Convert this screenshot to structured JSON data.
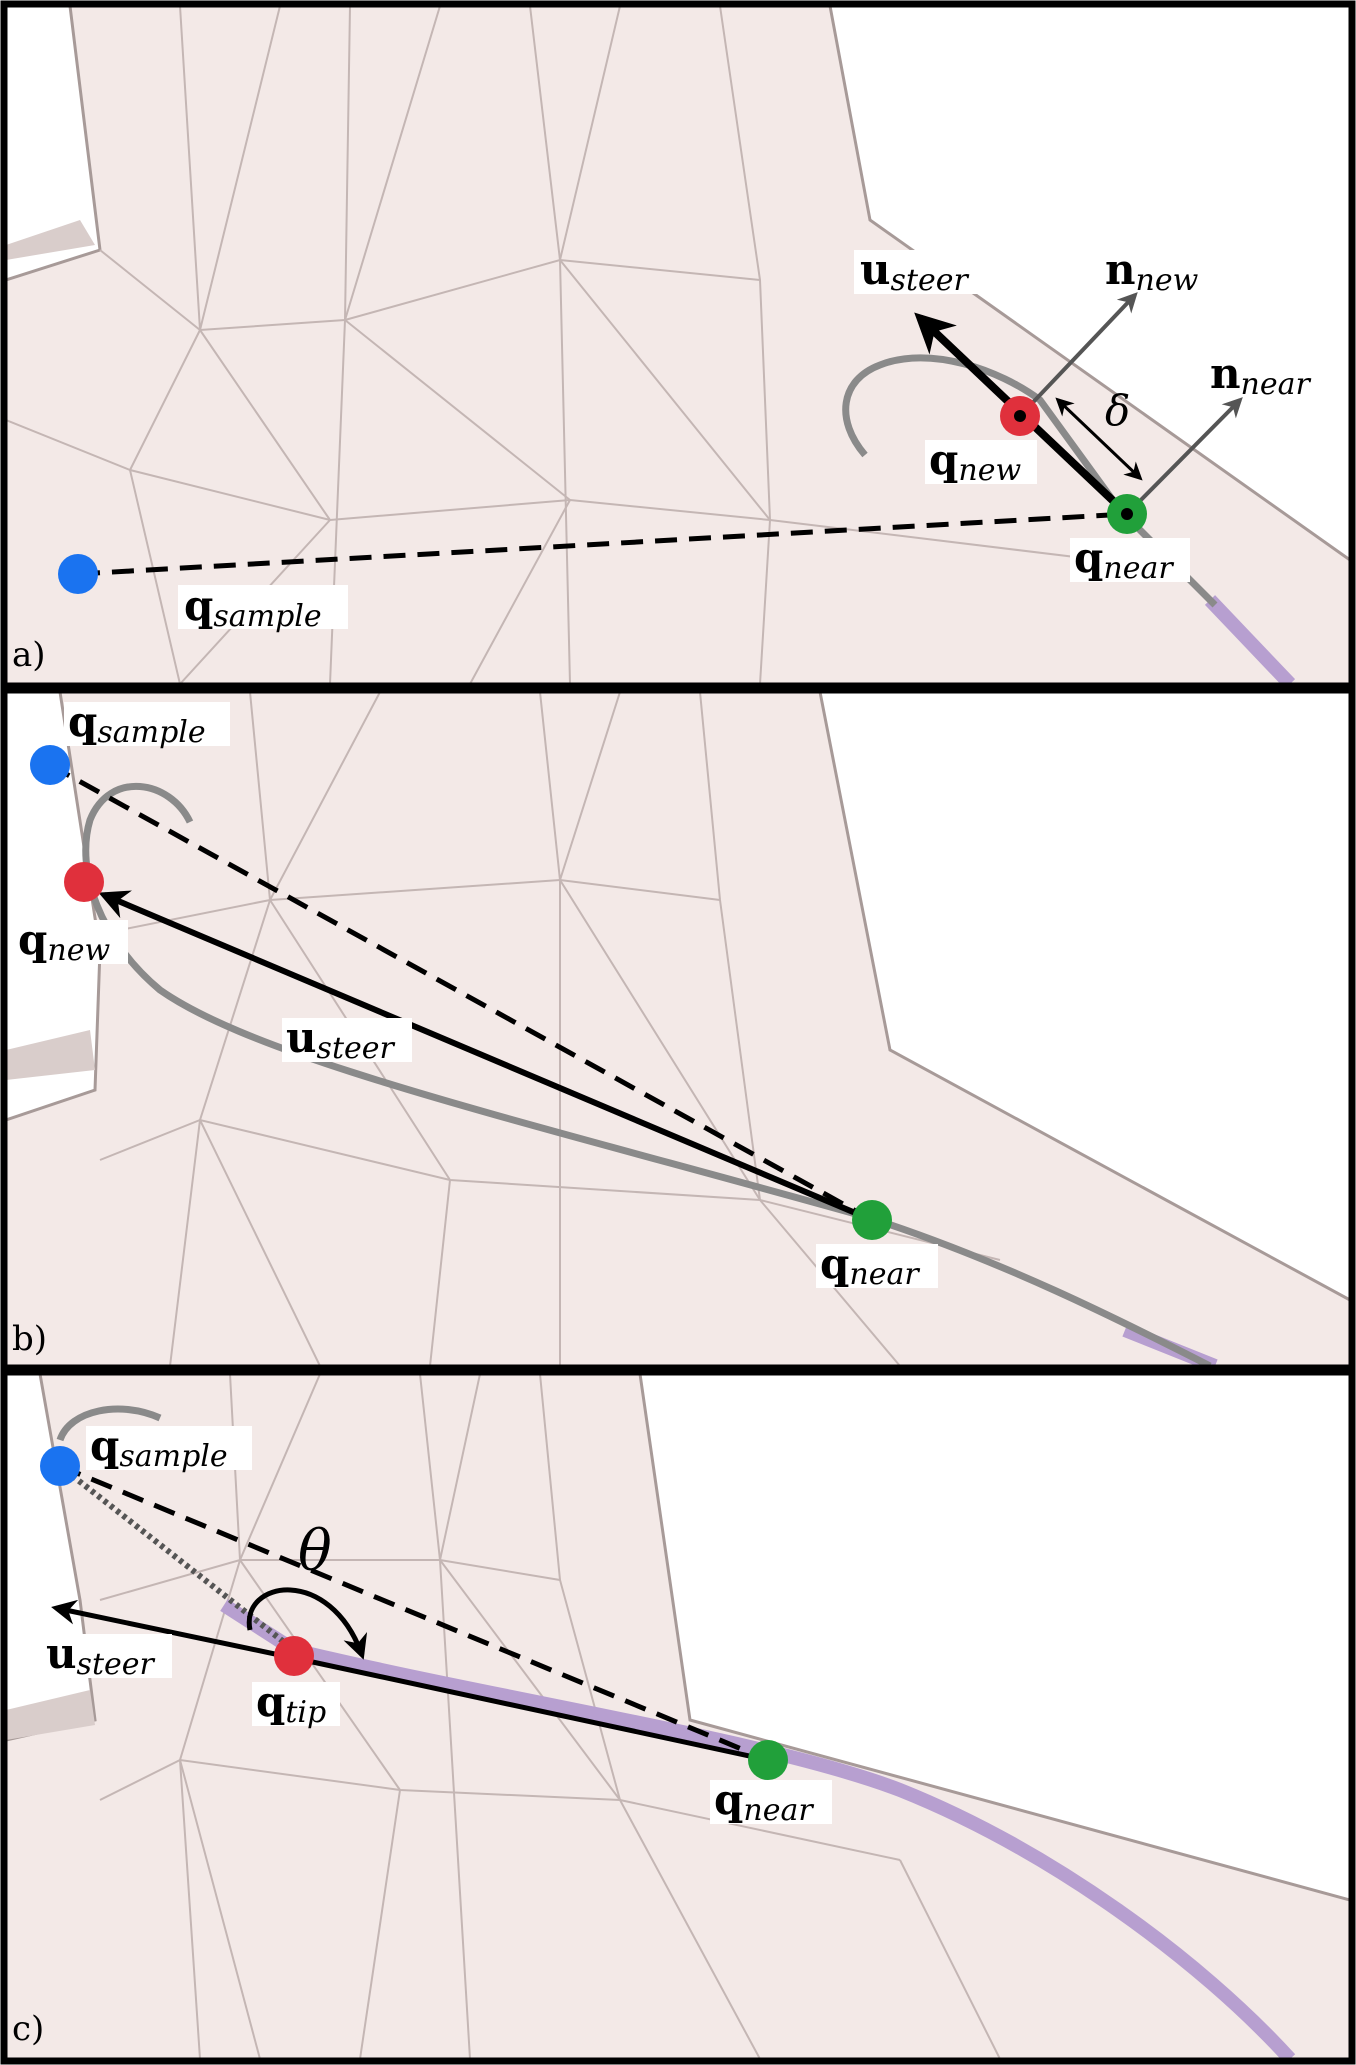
{
  "figure": {
    "panels": [
      {
        "id": "a",
        "letter": "a)",
        "labels": {
          "q_sample": {
            "main": "q",
            "sub": "sample"
          },
          "q_near": {
            "main": "q",
            "sub": "near"
          },
          "q_new": {
            "main": "q",
            "sub": "new"
          },
          "u_steer": {
            "main": "u",
            "sub": "steer"
          },
          "n_new": {
            "main": "n",
            "sub": "new"
          },
          "n_near": {
            "main": "n",
            "sub": "near"
          },
          "delta": "δ"
        }
      },
      {
        "id": "b",
        "letter": "b)",
        "labels": {
          "q_sample": {
            "main": "q",
            "sub": "sample"
          },
          "q_new": {
            "main": "q",
            "sub": "new"
          },
          "u_steer": {
            "main": "u",
            "sub": "steer"
          },
          "q_near": {
            "main": "q",
            "sub": "near"
          }
        }
      },
      {
        "id": "c",
        "letter": "c)",
        "labels": {
          "q_sample": {
            "main": "q",
            "sub": "sample"
          },
          "theta": "θ",
          "u_steer": {
            "main": "u",
            "sub": "steer"
          },
          "q_tip": {
            "main": "q",
            "sub": "tip"
          },
          "q_near": {
            "main": "q",
            "sub": "near"
          }
        }
      }
    ],
    "colors": {
      "surface": "#f3e9e7",
      "surface_shade": "#d9cdcb",
      "mesh_edge": "#b8aaa8",
      "sample_point": "#1a73f0",
      "new_point": "#e0303c",
      "near_point": "#21a03a",
      "trajectory": "#8a8a8a",
      "path": "#b79fd0"
    }
  }
}
